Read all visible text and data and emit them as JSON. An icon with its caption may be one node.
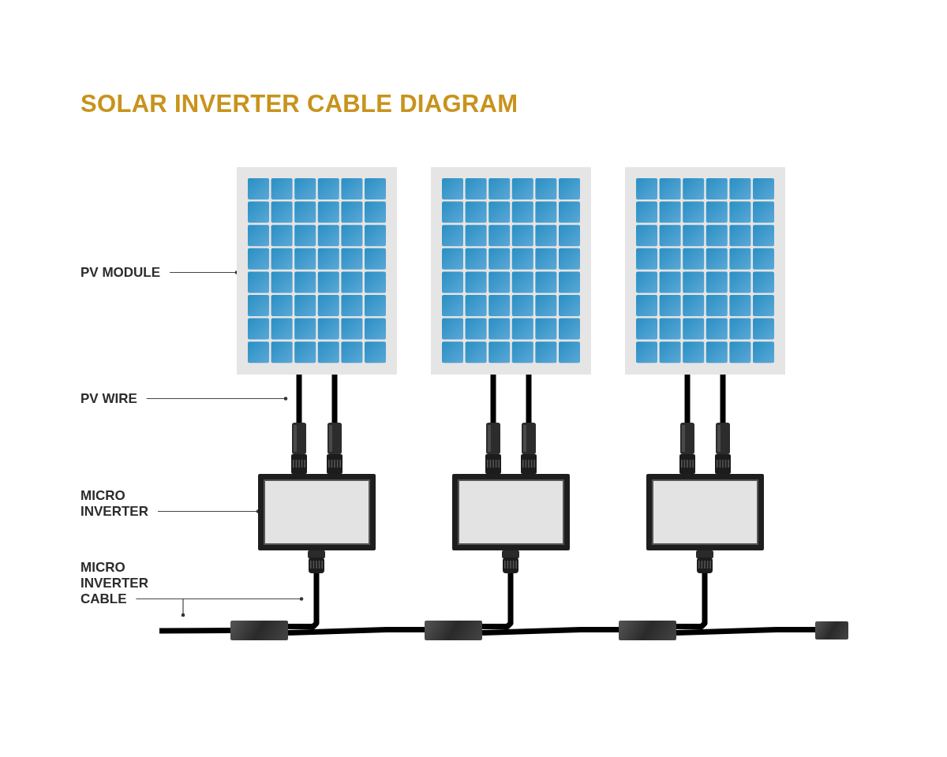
{
  "diagram": {
    "title": "SOLAR INVERTER CABLE DIAGRAM",
    "nodes": [
      {
        "text": [
          "PV MODULE"
        ]
      },
      {
        "text": [
          "PV WIRE"
        ]
      },
      {
        "text": [
          "MICRO INVERTER"
        ]
      },
      {
        "text": [
          "MICRO INVERTER CABLE"
        ]
      },
      {
        "text": [],
        "shape": "picture"
      },
      {
        "text": [],
        "shape": "picture"
      },
      {
        "text": [],
        "shape": "picture"
      },
      {
        "text": [],
        "shape": "box"
      },
      {
        "text": [],
        "shape": "box"
      },
      {
        "text": [],
        "shape": "box"
      },
      {
        "text": [],
        "shape": "box"
      },
      {
        "text": [],
        "shape": "box"
      },
      {
        "text": [],
        "shape": "box"
      },
      {
        "text": [],
        "shape": "box"
      }
    ],
    "edges": [
      {
        "from": 0,
        "to": 4,
        "arrow": "other"
      },
      {
        "from": 1,
        "to": null,
        "arrow": "other"
      },
      {
        "from": 2,
        "to": 7,
        "arrow": "other"
      },
      {
        "from": 3,
        "to": null,
        "arrow": "other"
      },
      {
        "from": 3,
        "to": null,
        "arrow": "other"
      },
      {
        "from": 4,
        "to": 7,
        "arrow": "none"
      },
      {
        "from": 4,
        "to": 7,
        "arrow": "none"
      },
      {
        "from": 5,
        "to": 8,
        "arrow": "none"
      },
      {
        "from": 5,
        "to": 8,
        "arrow": "none"
      },
      {
        "from": 6,
        "to": 9,
        "arrow": "none"
      },
      {
        "from": 6,
        "to": 9,
        "arrow": "none"
      },
      {
        "from": 7,
        "to": 10,
        "arrow": "none"
      },
      {
        "from": 8,
        "to": 11,
        "arrow": "none"
      },
      {
        "from": 9,
        "to": 12,
        "arrow": "none"
      },
      {
        "from": null,
        "to": 10,
        "arrow": "none"
      },
      {
        "from": 10,
        "to": 11,
        "arrow": "none"
      },
      {
        "from": 11,
        "to": 12,
        "arrow": "none"
      },
      {
        "from": 12,
        "to": 13,
        "arrow": "none"
      }
    ]
  }
}
